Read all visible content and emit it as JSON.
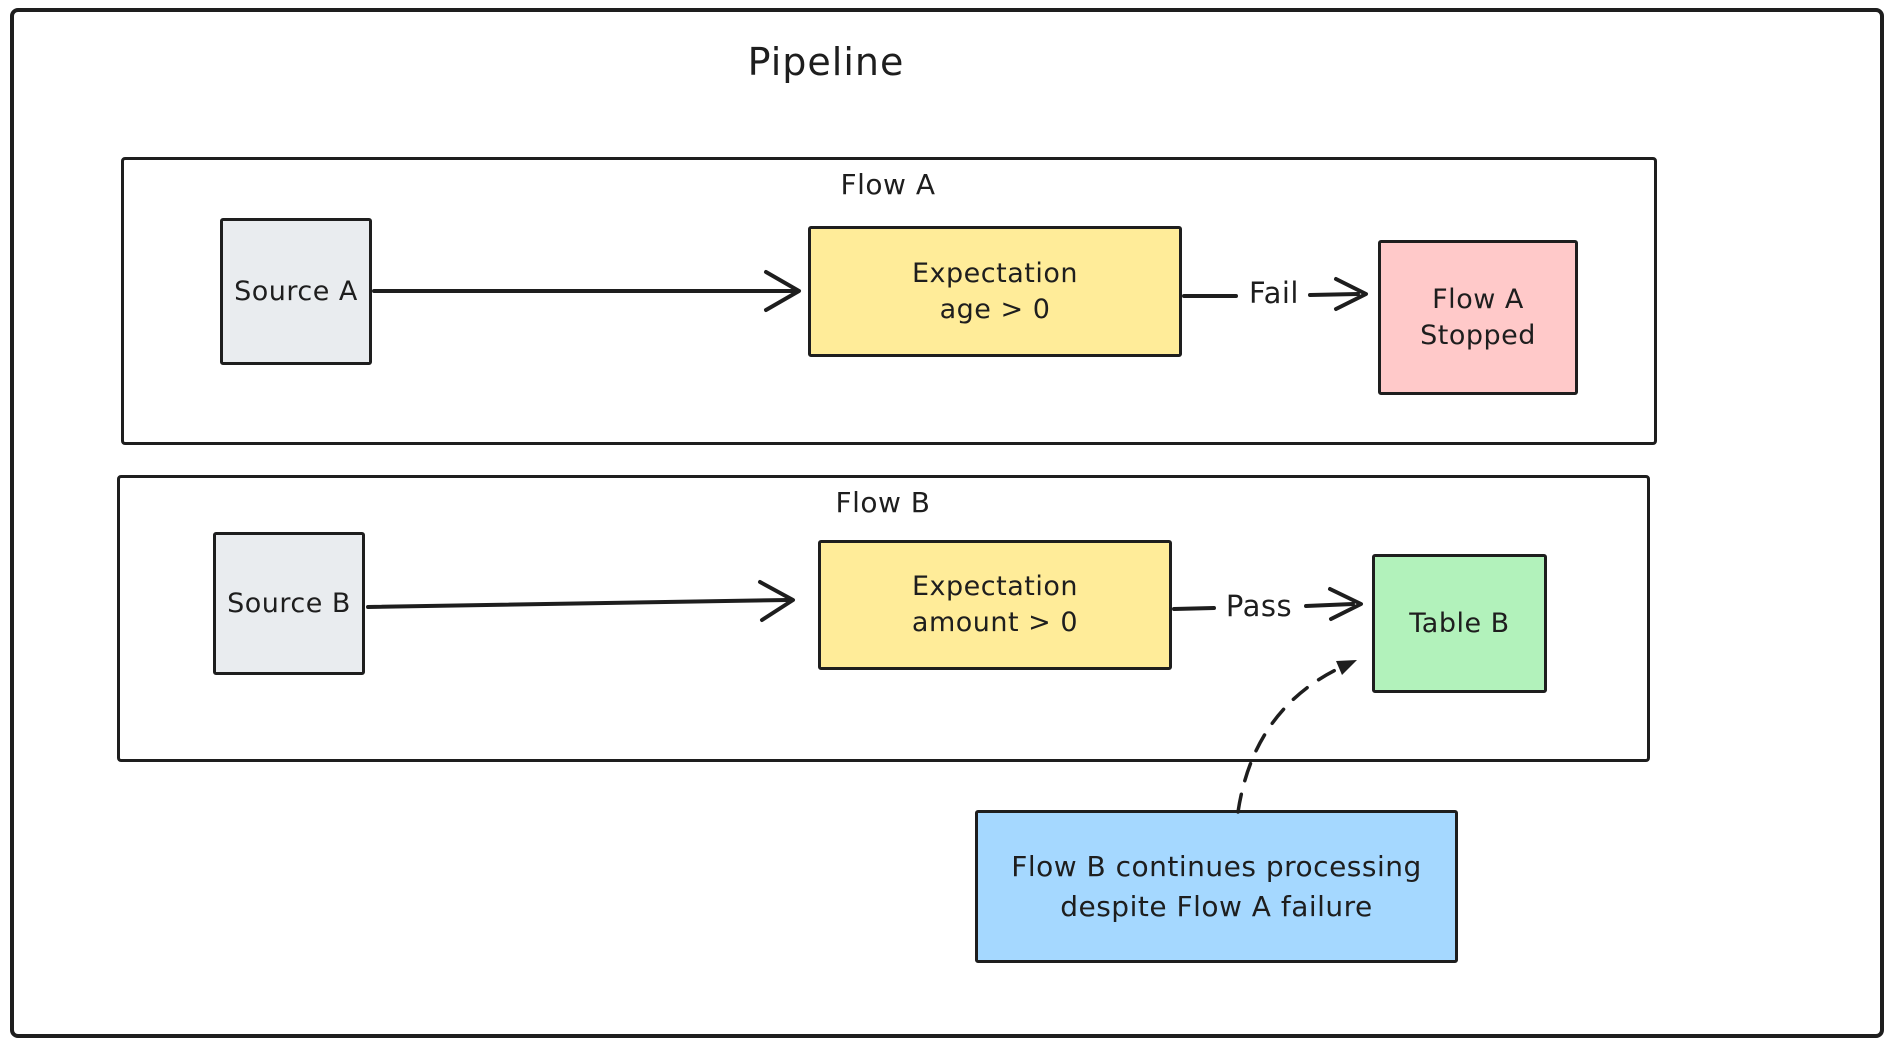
{
  "diagram": {
    "title": "Pipeline",
    "colors": {
      "stroke": "#1e1e1e",
      "background": "#ffffff",
      "source_fill": "#e9ecef",
      "expectation_fill": "#ffec99",
      "stopped_fill": "#ffc9c9",
      "table_fill": "#b2f2bb",
      "note_fill": "#a5d8ff"
    },
    "flow_a": {
      "label": "Flow A",
      "source": "Source A",
      "expectation_line1": "Expectation",
      "expectation_line2": "age > 0",
      "edge_label": "Fail",
      "result_line1": "Flow A",
      "result_line2": "Stopped"
    },
    "flow_b": {
      "label": "Flow B",
      "source": "Source B",
      "expectation_line1": "Expectation",
      "expectation_line2": "amount > 0",
      "edge_label": "Pass",
      "result": "Table B"
    },
    "note": {
      "line1": "Flow B continues processing",
      "line2": "despite Flow A failure"
    }
  }
}
